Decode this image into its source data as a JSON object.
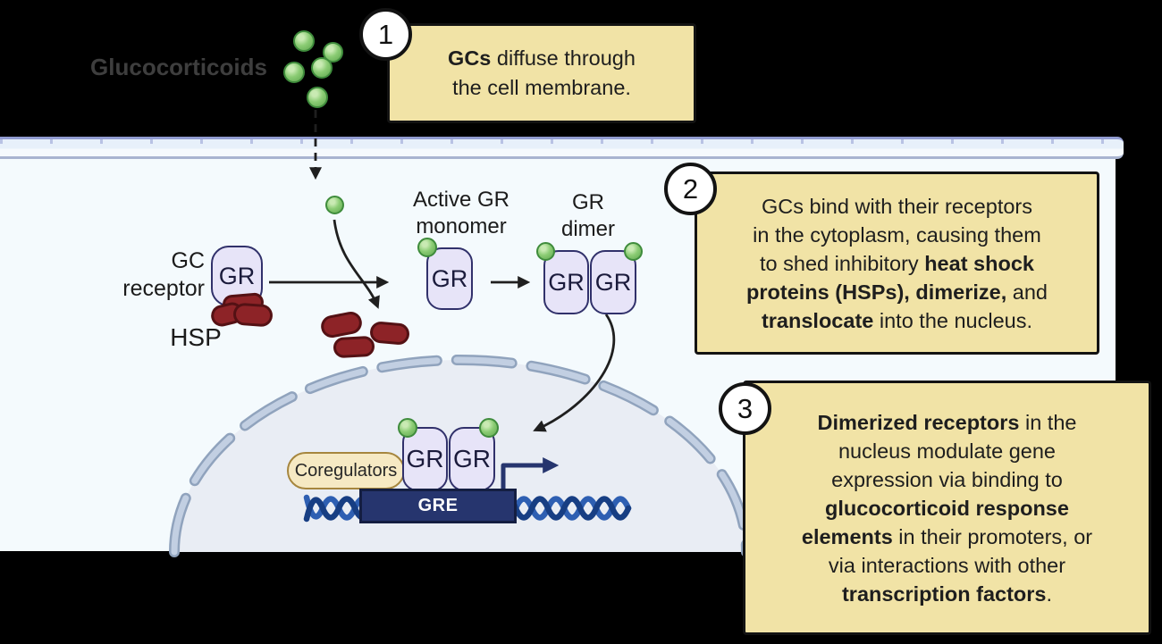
{
  "diagram": {
    "glucocorticoids_label": "Glucocorticoids",
    "gc_receptor_label_1": "GC",
    "gc_receptor_label_2": "receptor",
    "hsp_label": "HSP",
    "active_monomer_label_1": "Active GR",
    "active_monomer_label_2": "monomer",
    "gr_dimer_label_1": "GR",
    "gr_dimer_label_2": "dimer",
    "gr": "GR",
    "coregulators": "Coregulators",
    "gre": "GRE"
  },
  "callouts": [
    {
      "number": "1",
      "lines": [
        [
          {
            "t": "GCs",
            "b": 1
          },
          {
            "t": " diffuse through",
            "b": 0
          }
        ],
        [
          {
            "t": "the cell membrane.",
            "b": 0
          }
        ]
      ]
    },
    {
      "number": "2",
      "lines": [
        [
          {
            "t": "GCs bind with their receptors",
            "b": 0
          }
        ],
        [
          {
            "t": "in the cytoplasm, causing them",
            "b": 0
          }
        ],
        [
          {
            "t": "to shed inhibitory ",
            "b": 0
          },
          {
            "t": "heat shock",
            "b": 1
          }
        ],
        [
          {
            "t": "proteins (HSPs), dimerize,",
            "b": 1
          },
          {
            "t": " and",
            "b": 0
          }
        ],
        [
          {
            "t": "translocate",
            "b": 1
          },
          {
            "t": " into the nucleus.",
            "b": 0
          }
        ]
      ]
    },
    {
      "number": "3",
      "lines": [
        [
          {
            "t": "Dimerized receptors",
            "b": 1
          },
          {
            "t": " in the",
            "b": 0
          }
        ],
        [
          {
            "t": "nucleus modulate gene",
            "b": 0
          }
        ],
        [
          {
            "t": "expression via binding to",
            "b": 0
          }
        ],
        [
          {
            "t": "glucocorticoid response",
            "b": 1
          }
        ],
        [
          {
            "t": "elements",
            "b": 1
          },
          {
            "t": " in their promoters, or",
            "b": 0
          }
        ],
        [
          {
            "t": "via interactions with other",
            "b": 0
          }
        ],
        [
          {
            "t": "transcription factors",
            "b": 1
          },
          {
            "t": ".",
            "b": 0
          }
        ]
      ]
    }
  ],
  "colors": {
    "background": "#000000",
    "cell_fill": "#f4fafd",
    "membrane_fill": "#e7f0fa",
    "membrane_edge": "#929cd1",
    "nucleus_fill": "#e9edf4",
    "nucleus_border": "#b6c7db",
    "callout_fill": "#f1e3a6",
    "callout_border": "#131313",
    "receptor_fill": "#e7e4f8",
    "receptor_border": "#31316b",
    "gc_green": "#7cc168",
    "hsp_red": "#8d2327",
    "gre_navy": "#26356e",
    "dna_dark": "#173e83",
    "dna_light": "#2e5fb2",
    "arrow": "#1f1f1f"
  }
}
